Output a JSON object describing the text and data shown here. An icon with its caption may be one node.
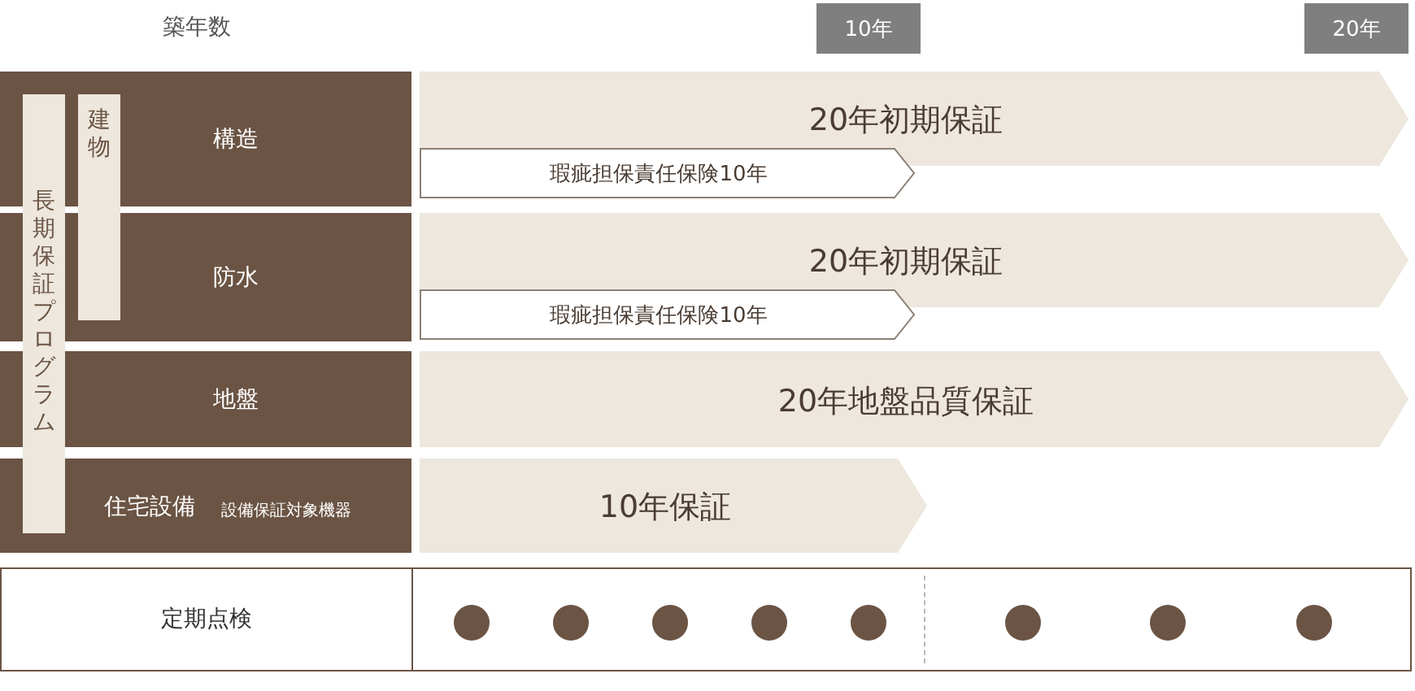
{
  "diagram": {
    "nodes": [
      {
        "text": [
          "10年"
        ]
      },
      {
        "text": [
          "20年"
        ]
      },
      {
        "text": [
          "長期保証プログラム"
        ]
      },
      {
        "text": [
          "建物"
        ]
      },
      {
        "text": [
          "構造"
        ]
      },
      {
        "text": [
          "防水"
        ]
      },
      {
        "text": [
          "地盤"
        ]
      },
      {
        "text": [
          "住宅設備",
          "設備保証対象機器"
        ]
      },
      {
        "text": [
          "20年初期保証"
        ]
      },
      {
        "text": [
          "瑕疵担保責任保険10年"
        ]
      },
      {
        "text": [
          "20年初期保証"
        ]
      },
      {
        "text": [
          "瑕疵担保責任保険10年"
        ]
      },
      {
        "text": [
          "20年地盤品質保証"
        ]
      },
      {
        "text": [
          "10年保証"
        ]
      },
      {
        "text": [
          "定期点検"
        ]
      },
      {
        "text": [],
        "shape": "circle",
        "in": 14
      },
      {
        "text": [],
        "shape": "circle",
        "in": 14
      },
      {
        "text": [],
        "shape": "circle",
        "in": 14
      },
      {
        "text": [],
        "shape": "circle",
        "in": 14
      },
      {
        "text": [],
        "shape": "circle",
        "in": 14
      },
      {
        "text": [],
        "shape": "circle",
        "in": 14
      },
      {
        "text": [],
        "shape": "circle",
        "in": 14
      },
      {
        "text": [],
        "shape": "circle",
        "in": 14
      }
    ],
    "labels": [
      "築年数"
    ]
  }
}
